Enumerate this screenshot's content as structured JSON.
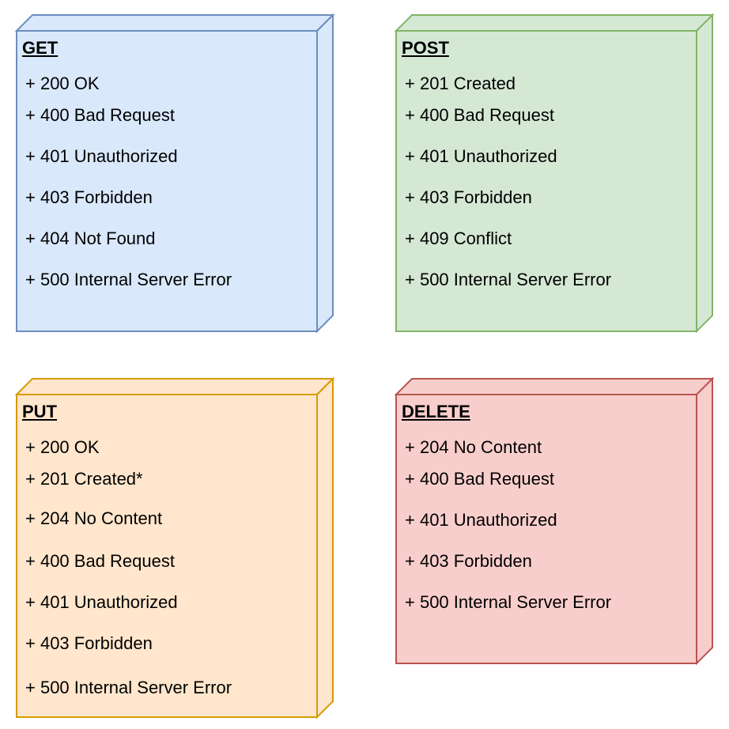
{
  "nodes": [
    {
      "title": "GET",
      "fill": "#dae8fc",
      "stroke": "#6c8ebf",
      "items": [
        "+ 200 OK",
        "+ 400 Bad Request",
        "+ 401 Unauthorized",
        "+ 403 Forbidden",
        "+ 404 Not Found",
        "+ 500 Internal Server Error"
      ]
    },
    {
      "title": "POST",
      "fill": "#d5e8d4",
      "stroke": "#82b366",
      "items": [
        "+ 201 Created",
        "+ 400 Bad Request",
        "+ 401 Unauthorized",
        "+ 403 Forbidden",
        "+ 409 Conflict",
        "+ 500 Internal Server Error"
      ]
    },
    {
      "title": "PUT",
      "fill": "#ffe6cc",
      "stroke": "#d79b00",
      "items": [
        "+ 200 OK",
        "+ 201 Created*",
        "+ 204 No Content",
        "+ 400 Bad Request",
        "+ 401 Unauthorized",
        "+ 403 Forbidden",
        "+ 500 Internal Server Error"
      ]
    },
    {
      "title": "DELETE",
      "fill": "#f8cecc",
      "stroke": "#b85450",
      "items": [
        "+ 204 No Content",
        "+ 400 Bad Request",
        "+ 401 Unauthorized",
        "+ 403 Forbidden",
        "+ 500 Internal Server Error"
      ]
    }
  ]
}
